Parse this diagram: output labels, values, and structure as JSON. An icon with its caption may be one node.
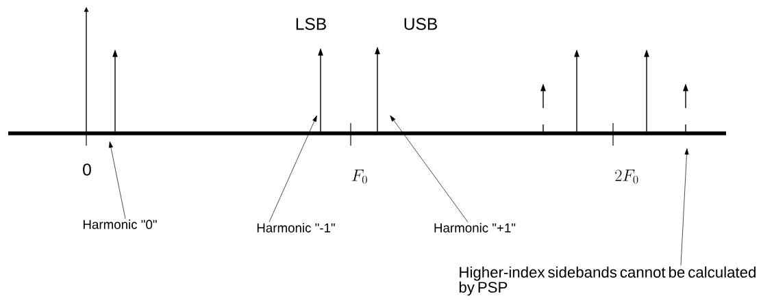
{
  "diagram": {
    "nodes": [
      {
        "text": [
          "Harmonic \"0\""
        ]
      },
      {
        "text": [
          "Harmonic \"-1\""
        ]
      },
      {
        "text": [
          "Harmonic \"+1\""
        ]
      },
      {
        "text": [
          "Higher-index sidebands cannot be calculated by PSP"
        ]
      }
    ],
    "edges": [
      {
        "from": 0,
        "to": null,
        "arrow": "to"
      },
      {
        "from": 1,
        "to": null,
        "arrow": "to"
      },
      {
        "from": 2,
        "to": null,
        "arrow": "to"
      },
      {
        "from": 3,
        "to": null,
        "arrow": "to"
      }
    ],
    "labels": [
      "LSB",
      "USB",
      "0",
      "F_{0}",
      "2F_{0}"
    ]
  }
}
